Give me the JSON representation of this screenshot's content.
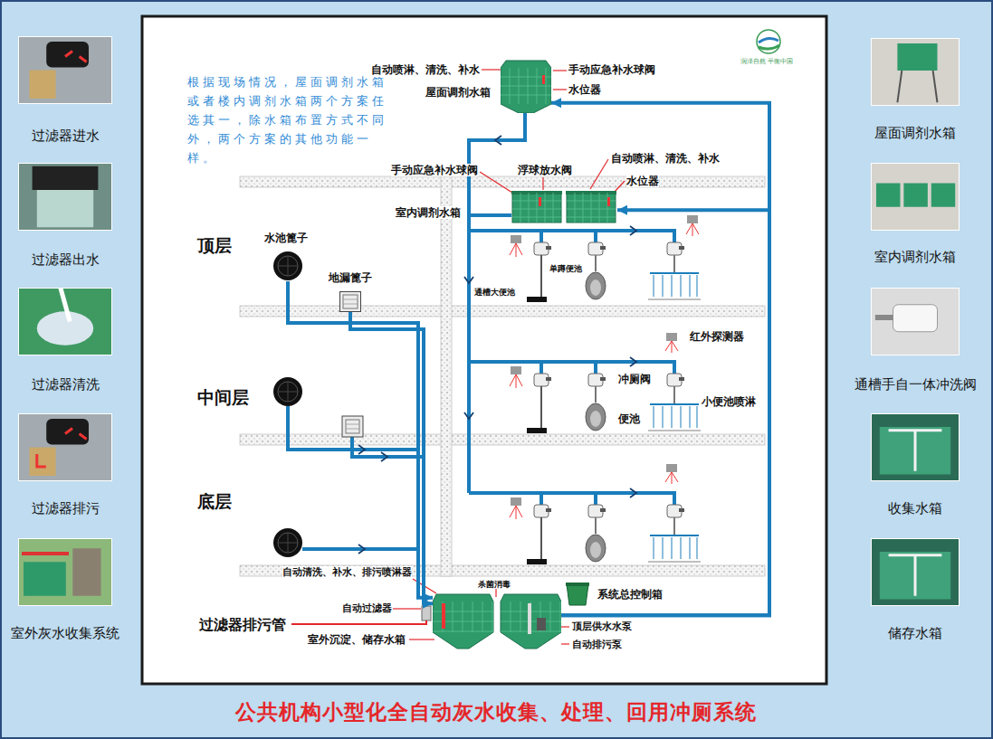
{
  "diagram": {
    "title": "公共机构小型化全自动灰水收集、处理、回用冲厕系统",
    "nodes": [
      {
        "text": [
          "过滤器进水"
        ]
      },
      {
        "text": [
          "过滤器出水"
        ]
      },
      {
        "text": [
          "过滤器清洗"
        ]
      },
      {
        "text": [
          "过滤器排污"
        ]
      },
      {
        "text": [
          "室外灰水收集系统"
        ]
      },
      {
        "text": [
          "屋面调剂水箱"
        ]
      },
      {
        "text": [
          "室内调剂水箱"
        ]
      },
      {
        "text": [
          "通槽手自一体冲洗阀"
        ]
      },
      {
        "text": [
          "收集水箱"
        ]
      },
      {
        "text": [
          "储存水箱"
        ]
      },
      {
        "text": [
          "屋面调剂水箱"
        ]
      },
      {
        "text": [
          "室内调剂水箱"
        ]
      },
      {
        "text": [
          "室外沉淀、储存水箱"
        ]
      },
      {
        "text": [
          "系统总控制箱"
        ]
      },
      {
        "text": [
          "水池篦子"
        ]
      },
      {
        "text": [
          "地漏篦子"
        ]
      }
    ],
    "edges": [
      {
        "from": 14,
        "to": 12,
        "arrow": "to"
      },
      {
        "from": 15,
        "to": 12,
        "arrow": "to"
      },
      {
        "from": 12,
        "to": 10,
        "arrow": "to"
      },
      {
        "from": 12,
        "to": 11,
        "arrow": "to"
      }
    ],
    "labels": [
      "根据现场情况，屋面调剂水箱或者楼内调剂水箱两个方案任选其一，除水箱布置方式不同外，两个方案的其他功能一样。",
      "润泽自然 平衡中国",
      "自动喷淋、清洗、补水",
      "手动应急补水球阀",
      "水位器",
      "手动应急补水球阀",
      "浮球放水阀",
      "自动喷淋、清洗、补水",
      "水位器",
      "顶层",
      "中间层",
      "底层",
      "通槽大便池",
      "单蹲便池",
      "红外探测器",
      "冲厕阀",
      "便池",
      "小便池喷淋",
      "自动清洗、补水、排污喷淋器",
      "自动过滤器",
      "过滤器排污管",
      "杀菌消毒",
      "顶层供水水泵",
      "自动排污泵"
    ]
  }
}
